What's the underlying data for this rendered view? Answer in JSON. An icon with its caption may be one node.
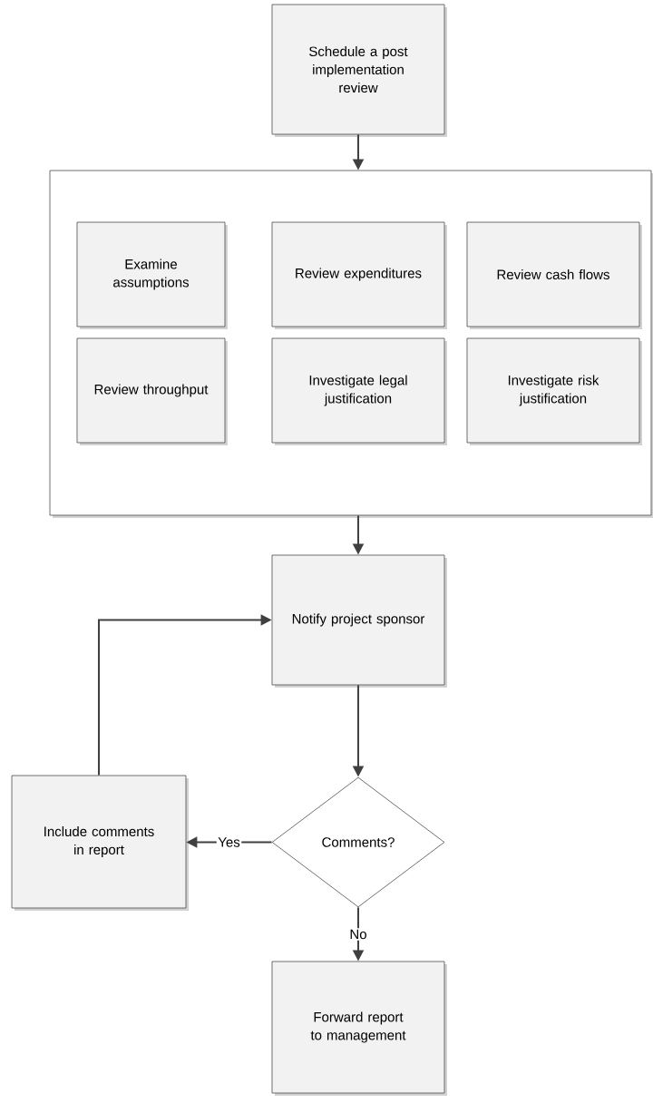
{
  "diagram": {
    "nodes": [
      {
        "text": [
          "Schedule a post implementation review"
        ]
      },
      {
        "text": [],
        "shape": "box"
      },
      {
        "text": [
          "Examine assumptions"
        ],
        "in": 1
      },
      {
        "text": [
          "Review expenditures"
        ],
        "in": 1
      },
      {
        "text": [
          "Review cash flows"
        ],
        "in": 1
      },
      {
        "text": [
          "Review throughput"
        ],
        "in": 1
      },
      {
        "text": [
          "Investigate legal justification"
        ],
        "in": 1
      },
      {
        "text": [
          "Investigate risk justification"
        ],
        "in": 1
      },
      {
        "text": [
          "Notify project sponsor"
        ]
      },
      {
        "text": [
          "Comments?"
        ]
      },
      {
        "text": [
          "Include comments in report"
        ]
      },
      {
        "text": [
          "Forward report to management"
        ]
      }
    ],
    "edges": [
      {
        "from": 0,
        "to": 1,
        "arrow": "to"
      },
      {
        "from": 1,
        "to": 8,
        "arrow": "to"
      },
      {
        "from": 8,
        "to": 9,
        "arrow": "to"
      },
      {
        "from": 9,
        "to": 10,
        "label": "Yes",
        "arrow": "to"
      },
      {
        "from": 10,
        "to": 8,
        "arrow": "to"
      },
      {
        "from": 9,
        "to": 11,
        "label": "No",
        "arrow": "to"
      }
    ]
  }
}
